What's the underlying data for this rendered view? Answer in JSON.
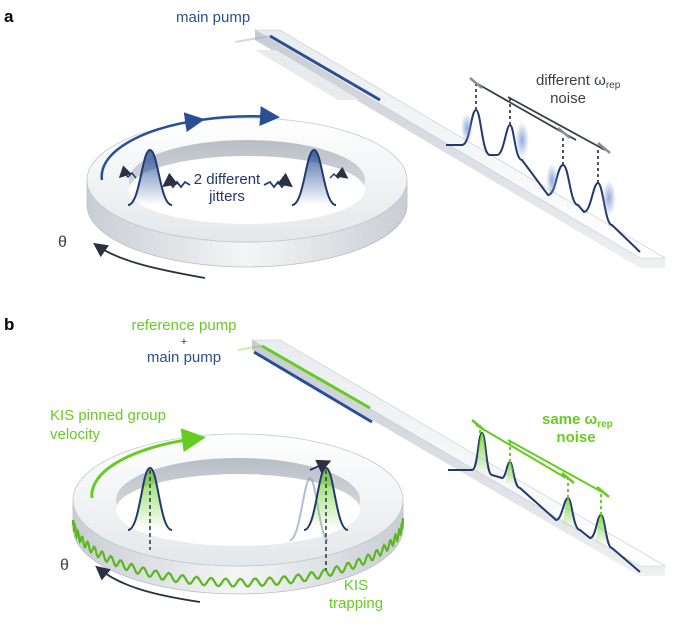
{
  "panels": {
    "a": {
      "letter": "a",
      "main_pump": "main pump",
      "jitters_line1": "2 different",
      "jitters_line2": "jitters",
      "theta": "θ",
      "rep_line1": "different ω",
      "rep_sub": "rep",
      "rep_line2": "noise"
    },
    "b": {
      "letter": "b",
      "ref_pump": "reference pump",
      "plus": "+",
      "main_pump": "main pump",
      "kis_line1": "KIS pinned group",
      "kis_line2": "velocity",
      "theta": "θ",
      "trap_line1": "KIS",
      "trap_line2": "trapping",
      "rep_line1": "same ω",
      "rep_sub": "rep",
      "rep_line2": "noise"
    }
  },
  "colors": {
    "blue": "#2a4f96",
    "dark_blue": "#203a70",
    "green": "#66cc22",
    "grey": "#8a9099",
    "dark": "#3a3f47"
  }
}
